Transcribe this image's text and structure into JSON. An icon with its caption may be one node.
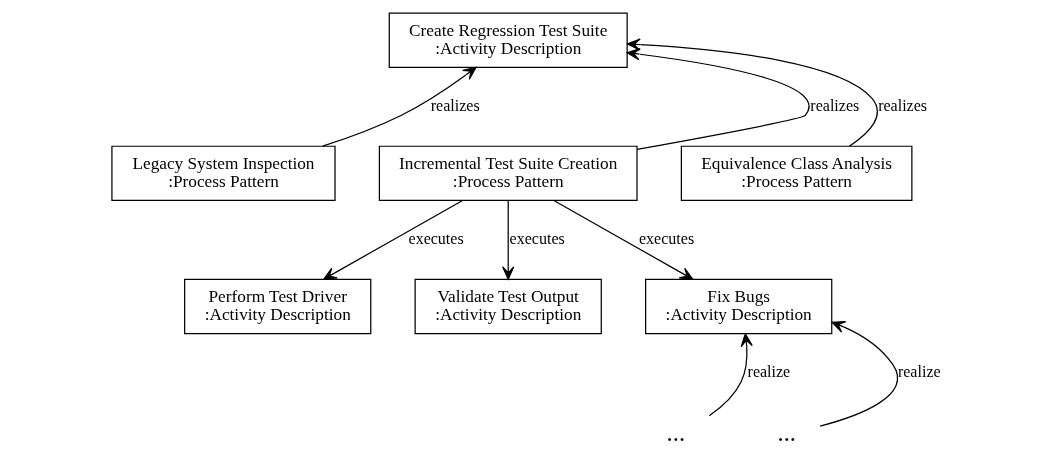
{
  "diagram": {
    "nodes": [
      {
        "text": [
          "Create Regression Test Suite",
          ":Activity Description"
        ]
      },
      {
        "text": [
          "Legacy System Inspection",
          ":Process Pattern"
        ]
      },
      {
        "text": [
          "Incremental Test Suite Creation",
          ":Process Pattern"
        ]
      },
      {
        "text": [
          "Equivalence Class Analysis",
          ":Process Pattern"
        ]
      },
      {
        "text": [
          "Perform Test Driver",
          ":Activity Description"
        ]
      },
      {
        "text": [
          "Validate Test Output",
          ":Activity Description"
        ]
      },
      {
        "text": [
          "Fix Bugs",
          ":Activity Description"
        ]
      },
      {
        "text": [
          "..."
        ]
      },
      {
        "text": [
          "..."
        ]
      }
    ],
    "edges": [
      {
        "from": 1,
        "to": 0,
        "arrow": "to",
        "label": "realizes"
      },
      {
        "from": 2,
        "to": 0,
        "arrow": "to",
        "label": "realizes"
      },
      {
        "from": 3,
        "to": 0,
        "arrow": "to",
        "label": "realizes"
      },
      {
        "from": 2,
        "to": 4,
        "arrow": "to",
        "label": "executes"
      },
      {
        "from": 2,
        "to": 5,
        "arrow": "to",
        "label": "executes"
      },
      {
        "from": 2,
        "to": 6,
        "arrow": "to",
        "label": "executes"
      },
      {
        "from": 7,
        "to": 6,
        "arrow": "to",
        "label": "realize"
      },
      {
        "from": 8,
        "to": 6,
        "arrow": "to",
        "label": "realize"
      }
    ]
  }
}
